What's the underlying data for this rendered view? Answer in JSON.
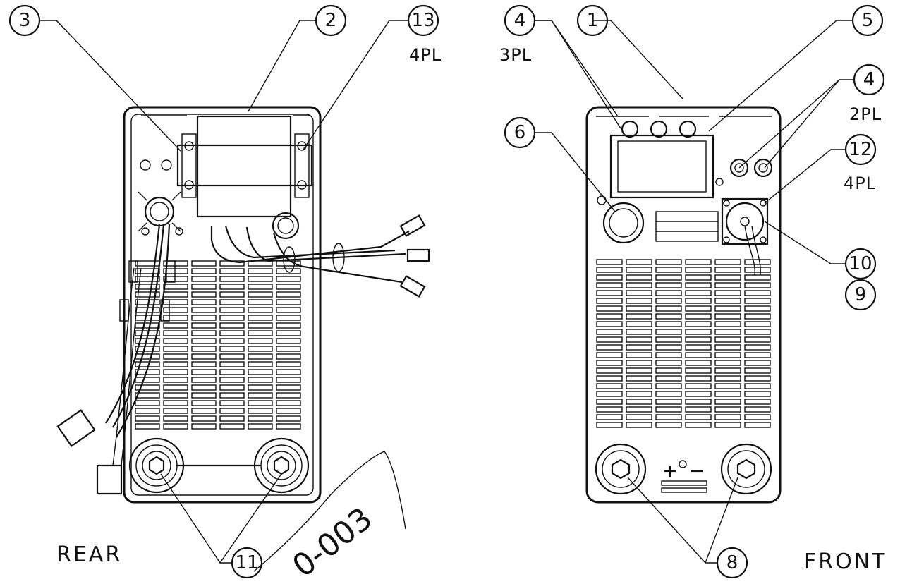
{
  "views": {
    "rear": {
      "label": "REAR"
    },
    "front": {
      "label": "FRONT"
    }
  },
  "callouts": [
    {
      "id": "c3",
      "number": "3",
      "note": ""
    },
    {
      "id": "c2",
      "number": "2",
      "note": ""
    },
    {
      "id": "c13",
      "number": "13",
      "note": "4PL"
    },
    {
      "id": "c11",
      "number": "11",
      "note": ""
    },
    {
      "id": "c4a",
      "number": "4",
      "note": "3PL"
    },
    {
      "id": "c1",
      "number": "1",
      "note": ""
    },
    {
      "id": "c5",
      "number": "5",
      "note": ""
    },
    {
      "id": "c4b",
      "number": "4",
      "note": "2PL"
    },
    {
      "id": "c6",
      "number": "6",
      "note": ""
    },
    {
      "id": "c12",
      "number": "12",
      "note": "4PL"
    },
    {
      "id": "c10",
      "number": "10",
      "note": ""
    },
    {
      "id": "c9",
      "number": "9",
      "note": ""
    },
    {
      "id": "c8",
      "number": "8",
      "note": ""
    }
  ],
  "handwriting": {
    "text": "0-003"
  }
}
